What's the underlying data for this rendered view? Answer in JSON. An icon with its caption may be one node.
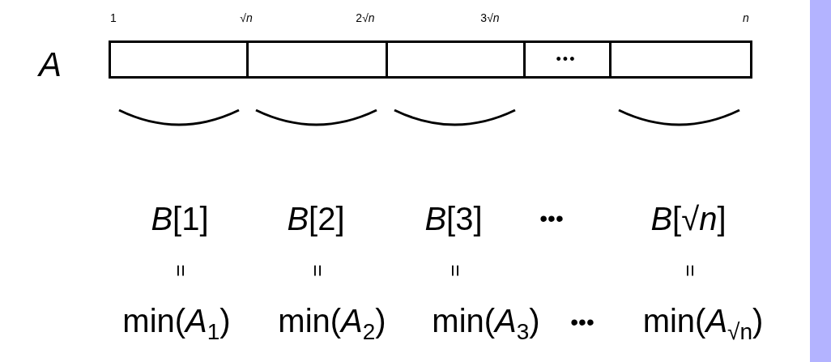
{
  "diagram": {
    "nodes": [
      {
        "text": [],
        "shape": "box"
      },
      {
        "text": [],
        "shape": "box"
      },
      {
        "text": [],
        "shape": "box"
      },
      {
        "text": [
          "•••"
        ]
      },
      {
        "text": [],
        "shape": "box"
      },
      {
        "text": [],
        "shape": "bar"
      }
    ],
    "edges": [],
    "labels": [
      "*A*",
      "1",
      "√*n*",
      "2√*n*",
      "3√*n*",
      "*n*",
      "*B*[1]",
      "*B*[2]",
      "*B*[3]",
      "•••",
      "*B*[√*n*]",
      "=",
      "=",
      "=",
      "=",
      "min(*A*$_{1}$)",
      "min(*A*$_{2}$)",
      "min(*A*$_{3}$)",
      "•••",
      "min(*A*$_{√n}$)"
    ]
  }
}
